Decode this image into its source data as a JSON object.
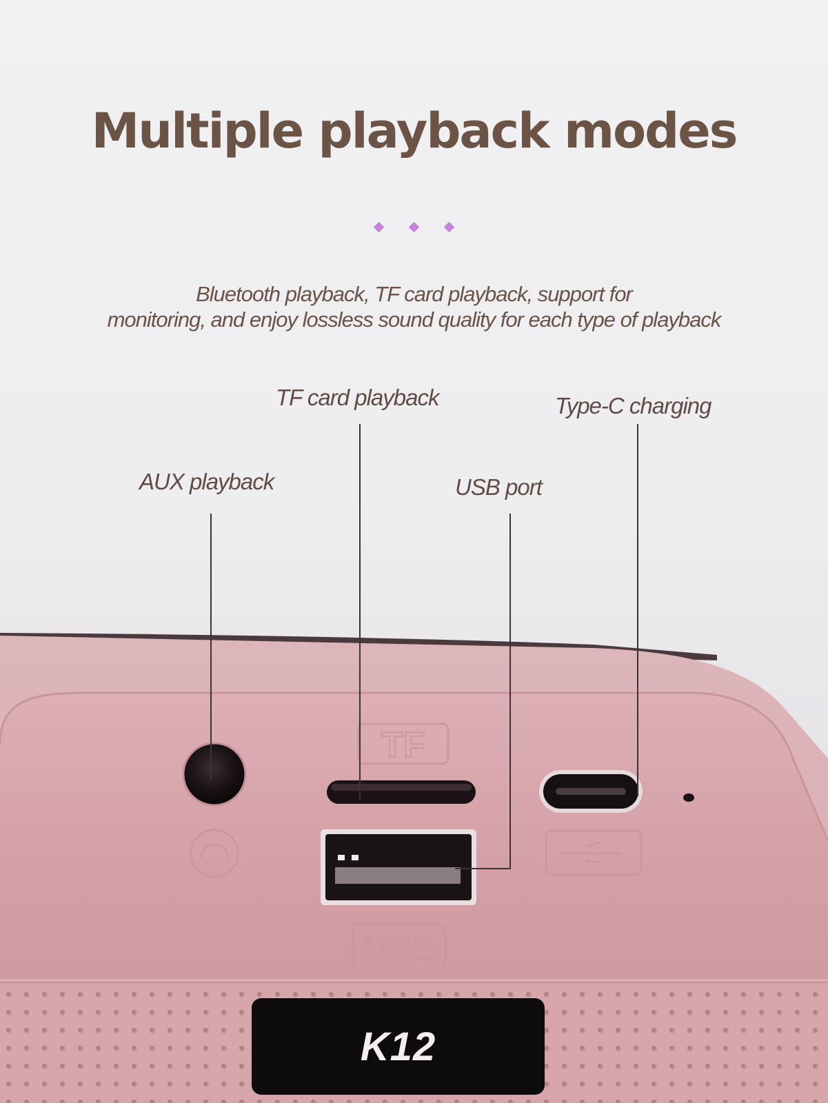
{
  "header": {
    "title": "Multiple playback modes",
    "subtitle_line1": "Bluetooth playback, TF card playback, support for",
    "subtitle_line2": "monitoring, and enjoy lossless sound quality for each type of playback",
    "accent_color": "#c783d8",
    "title_color": "#6b5345"
  },
  "callouts": {
    "tf_card": "TF card playback",
    "type_c": "Type-C charging",
    "aux": "AUX playback",
    "usb": "USB port"
  },
  "device": {
    "model": "K12",
    "body_color": "#d9a7ac",
    "port_labels": {
      "tf": "TF",
      "usb": "USB"
    }
  }
}
